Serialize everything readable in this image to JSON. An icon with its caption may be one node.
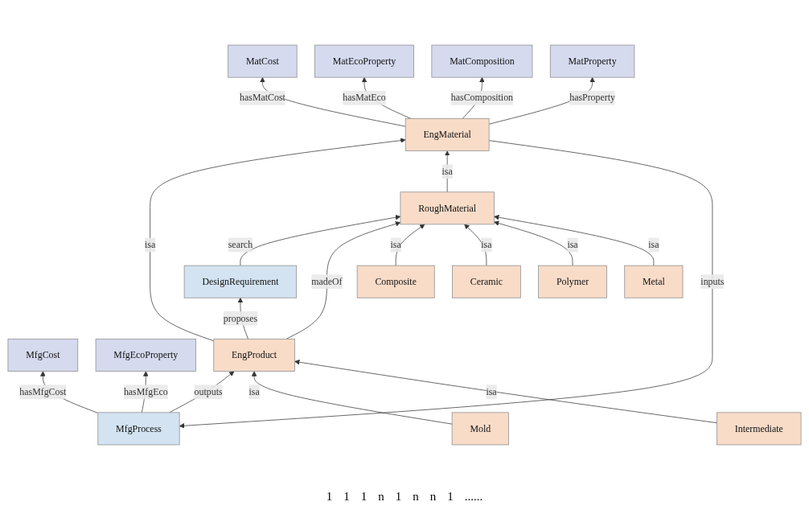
{
  "diagram": {
    "nodes": [
      {
        "text": [
          "MfgCost"
        ]
      },
      {
        "text": [
          "MfgEcoProperty"
        ]
      },
      {
        "text": [
          "MatCost"
        ]
      },
      {
        "text": [
          "MatEcoProperty"
        ]
      },
      {
        "text": [
          "MatComposition"
        ]
      },
      {
        "text": [
          "MfgProcess"
        ]
      },
      {
        "text": [
          "EngMaterial"
        ]
      },
      {
        "text": [
          "MatProperty"
        ]
      },
      {
        "text": [
          "EngProduct"
        ]
      },
      {
        "text": [
          "DesignRequirement"
        ]
      },
      {
        "text": [
          "RoughMaterial"
        ]
      },
      {
        "text": [
          "Mold"
        ]
      },
      {
        "text": [
          "Intermediate"
        ]
      },
      {
        "text": [
          "Composite"
        ]
      },
      {
        "text": [
          "Ceramic"
        ]
      },
      {
        "text": [
          "Polymer"
        ]
      },
      {
        "text": [
          "Metal"
        ]
      }
    ],
    "edges": [
      {
        "from": 5,
        "to": 0,
        "arrow": "to",
        "label": "hasMfgCost"
      },
      {
        "from": 5,
        "to": 1,
        "arrow": "to",
        "label": "hasMfgEco"
      },
      {
        "from": 6,
        "to": 2,
        "arrow": "to",
        "label": "hasMatCost"
      },
      {
        "from": 6,
        "to": 3,
        "arrow": "to",
        "label": "hasMatEco"
      },
      {
        "from": 6,
        "to": 4,
        "arrow": "to",
        "label": "hasComposition"
      },
      {
        "from": 6,
        "to": 5,
        "arrow": "to",
        "label": "inputs"
      },
      {
        "from": 6,
        "to": 7,
        "arrow": "to",
        "label": "hasProperty"
      },
      {
        "from": 5,
        "to": 8,
        "arrow": "to",
        "label": "outputs"
      },
      {
        "from": 8,
        "to": 6,
        "arrow": "to",
        "label": "isa"
      },
      {
        "from": 10,
        "to": 6,
        "arrow": "to",
        "label": "isa"
      },
      {
        "from": 8,
        "to": 9,
        "arrow": "to",
        "label": "proposes"
      },
      {
        "from": 9,
        "to": 10,
        "arrow": "to",
        "label": "search"
      },
      {
        "from": 8,
        "to": 10,
        "arrow": "to",
        "label": "madeOf"
      },
      {
        "from": 11,
        "to": 8,
        "arrow": "to",
        "label": "isa"
      },
      {
        "from": 12,
        "to": 8,
        "arrow": "to",
        "label": "isa"
      },
      {
        "from": 13,
        "to": 10,
        "arrow": "to",
        "label": "isa"
      },
      {
        "from": 14,
        "to": 10,
        "arrow": "to",
        "label": "isa"
      },
      {
        "from": 15,
        "to": 10,
        "arrow": "to",
        "label": "isa"
      },
      {
        "from": 16,
        "to": 10,
        "arrow": "to",
        "label": "isa"
      }
    ],
    "labels": [
      "1",
      "1",
      "1",
      "n",
      "1",
      "n",
      "n",
      "1",
      "......"
    ]
  }
}
